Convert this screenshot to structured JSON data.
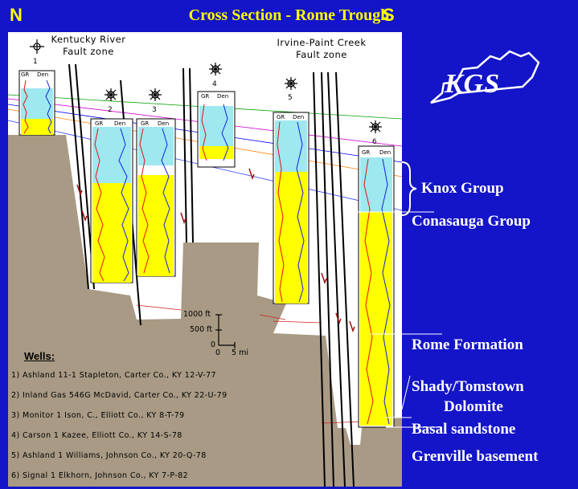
{
  "title": "Cross Section - Rome Trough",
  "directions": {
    "north": "N",
    "south": "S"
  },
  "logo": {
    "text": "KGS"
  },
  "fault_zones": [
    {
      "line1": "Kentucky River",
      "line2": "Fault zone"
    },
    {
      "line1": "Irvine-Paint Creek",
      "line2": "Fault zone"
    }
  ],
  "well_numbers": [
    "1",
    "2",
    "3",
    "4",
    "5",
    "6"
  ],
  "log_headers": {
    "gr": "GR",
    "den": "Den"
  },
  "units": {
    "knox": "Knox Group",
    "conasauga": "Conasauga Group",
    "rome": "Rome Formation",
    "shady_line1": "Shady/Tomstown",
    "shady_line2": "Dolomite",
    "basal": "Basal sandstone",
    "grenville": "Grenville basement"
  },
  "scale": {
    "v1000": "1000 ft",
    "v500": "500 ft",
    "v0": "0",
    "h0": "0",
    "h5": "5 mi"
  },
  "wells": {
    "heading": "Wells:",
    "list": [
      "1) Ashland 11-1 Stapleton, Carter Co., KY 12-V-77",
      "2) Inland Gas 546G McDavid, Carter Co., KY 22-U-79",
      "3) Monitor 1 Ison, C., Elliott Co., KY 8-T-79",
      "4) Carson 1 Kazee, Elliott Co., KY 14-S-78",
      "5) Ashland 1 Williams, Johnson Co., KY 20-Q-78",
      "6) Signal 1 Elkhorn, Johnson Co., KY 7-P-82"
    ]
  },
  "colors": {
    "background": "#1414c8",
    "title": "#ffff00",
    "basement": "#a89a84",
    "knox_fill": "#9ee8f0",
    "conasauga_rome_fill": "#ffff00",
    "gamma_ray": "#e81010",
    "density": "#1020e0"
  }
}
